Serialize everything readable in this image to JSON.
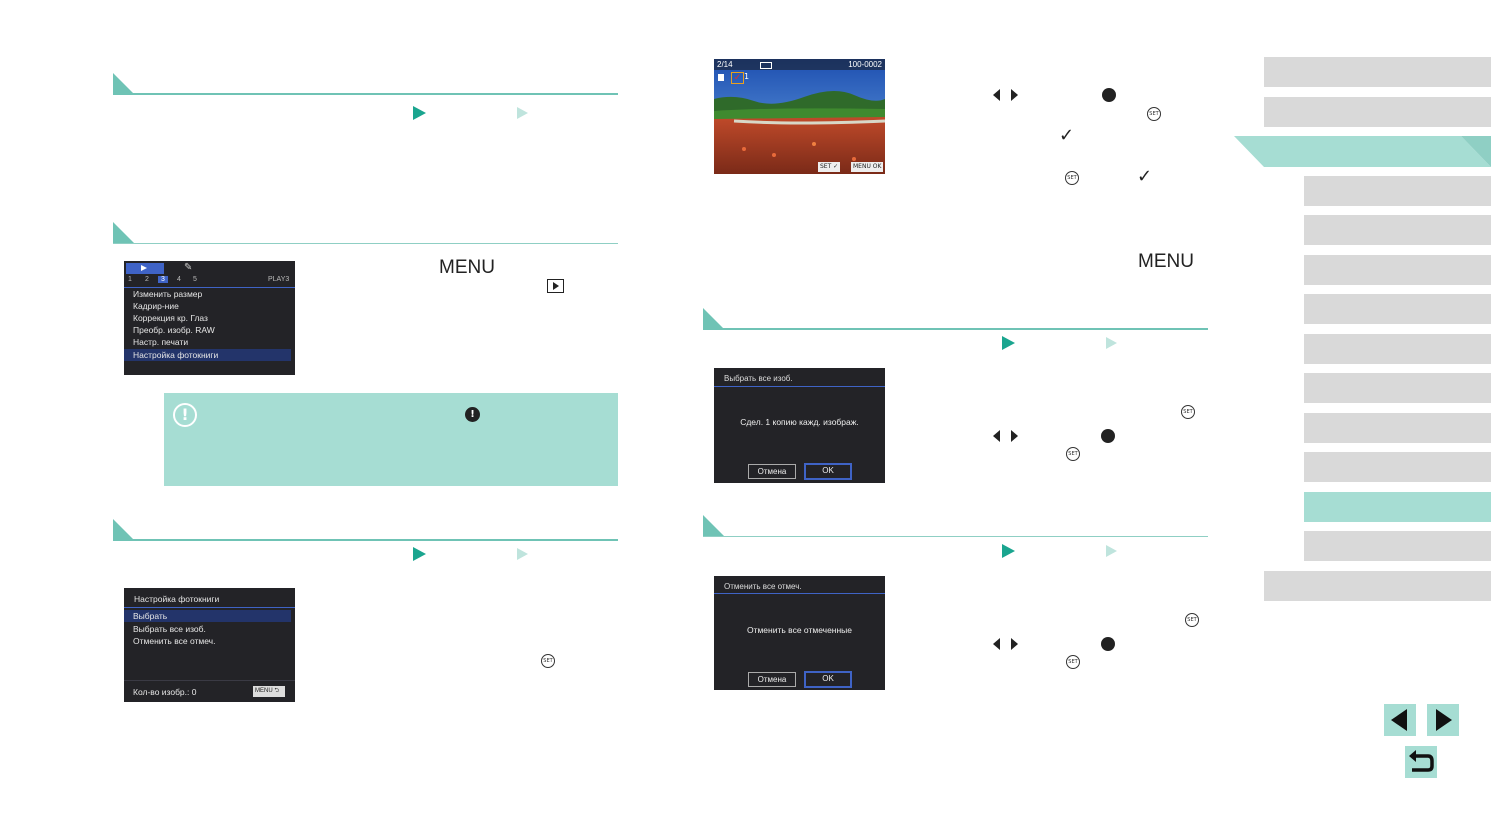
{
  "menu_screen": {
    "tab_numbers": [
      "1",
      "2",
      "3",
      "4",
      "5"
    ],
    "tab_selected": "3",
    "tab_code": "PLAY3",
    "items": [
      "Изменить размер",
      "Кадрир-ние",
      "Коррекция кр. Глаз",
      "Преобр. изобр. RAW",
      "Настр. печати",
      "Настройка фотокниги"
    ]
  },
  "photobook_screen": {
    "title": "Настройка фотокниги",
    "items": [
      "Выбрать",
      "Выбрать все изоб.",
      "Отменить все отмеч."
    ],
    "footer_count": "Кол-во изобр.: 0",
    "footer_menu": "MENU"
  },
  "photo_screen": {
    "counter": "2/14",
    "file_number": "100-0002",
    "selected_count": "1",
    "set_label": "SET",
    "menu_label": "MENU",
    "ok_label": "OK"
  },
  "select_all_dialog": {
    "title": "Выбрать все изоб.",
    "message": "Сдел. 1 копию кажд. изображ.",
    "cancel": "Отмена",
    "ok": "OK"
  },
  "clear_all_dialog": {
    "title": "Отменить все отмеч.",
    "message": "Отменить все отмеченные",
    "cancel": "Отмена",
    "ok": "OK"
  },
  "glyphs": {
    "menu": "MENU",
    "set": "SET",
    "check": "✓",
    "caution": "!"
  },
  "colors": {
    "accent": "#6fc3b5",
    "accent_light": "#a6ddd3",
    "nav_gray": "#d9d9d9",
    "screen_blue": "#3f63c6"
  },
  "icons": {
    "prev": "prev-page-icon",
    "next": "next-page-icon",
    "back": "return-icon"
  }
}
